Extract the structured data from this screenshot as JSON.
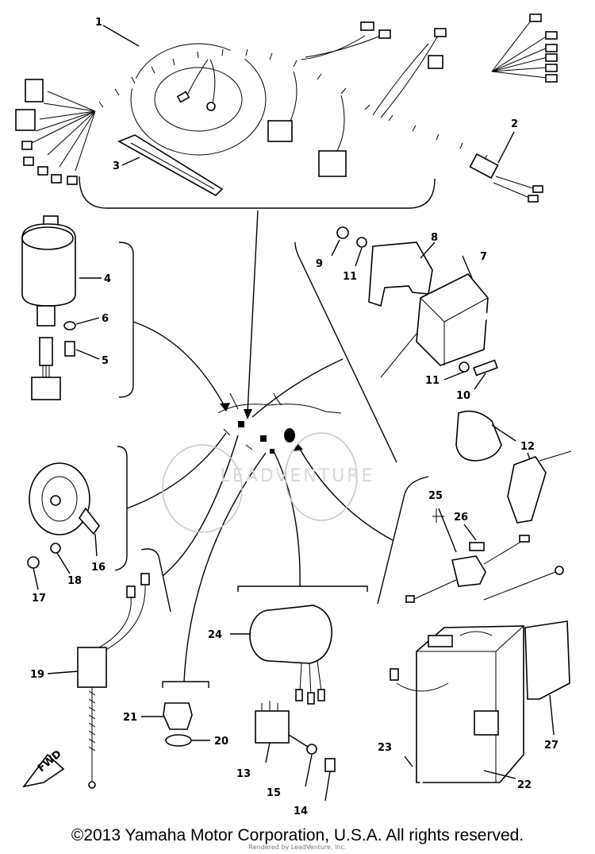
{
  "diagram": {
    "watermark": "LEADVENTURE",
    "fwd_label": "FWD",
    "callouts": [
      "1",
      "2",
      "3",
      "4",
      "5",
      "6",
      "7",
      "8",
      "9",
      "10",
      "11",
      "11",
      "12",
      "13",
      "14",
      "15",
      "16",
      "17",
      "18",
      "19",
      "20",
      "21",
      "22",
      "23",
      "24",
      "25",
      "26",
      "27"
    ]
  },
  "footer": {
    "copyright": "©2013 Yamaha Motor Corporation, U.S.A. All rights reserved.",
    "rendered_by": "Rendered by LeadVenture, Inc."
  }
}
